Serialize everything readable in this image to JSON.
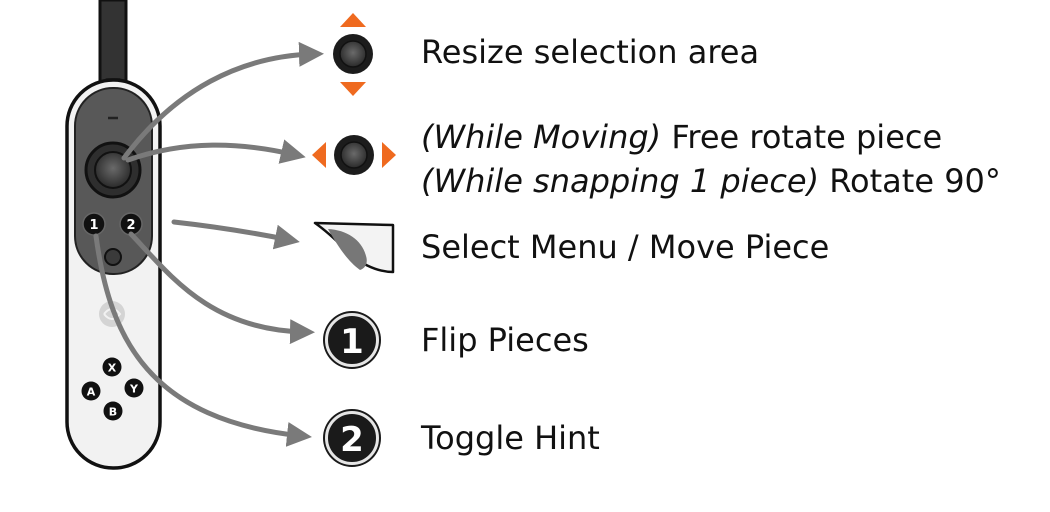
{
  "controller": {
    "buttons": {
      "one": "1",
      "two": "2",
      "x": "X",
      "y": "Y",
      "a": "A",
      "b": "B"
    }
  },
  "legend": [
    {
      "id": "resize",
      "icon": "stick-up-down-icon",
      "text": "Resize selection area"
    },
    {
      "id": "rotate",
      "icon": "stick-left-right-icon",
      "line1_italic": "(While Moving)",
      "line1_text": " Free rotate piece",
      "line2_italic": "(While snapping 1 piece)",
      "line2_text": " Rotate 90°"
    },
    {
      "id": "select",
      "icon": "trigger-icon",
      "text": "Select Menu / Move Piece"
    },
    {
      "id": "flip",
      "icon": "button-1-icon",
      "badge": "1",
      "text": "Flip Pieces"
    },
    {
      "id": "hint",
      "icon": "button-2-icon",
      "badge": "2",
      "text": "Toggle Hint"
    }
  ],
  "colors": {
    "arrow": "#7a7a7a",
    "orange": "#ef6a1f",
    "dark": "#1c1c1c",
    "controller_body": "#f2f2f2"
  }
}
